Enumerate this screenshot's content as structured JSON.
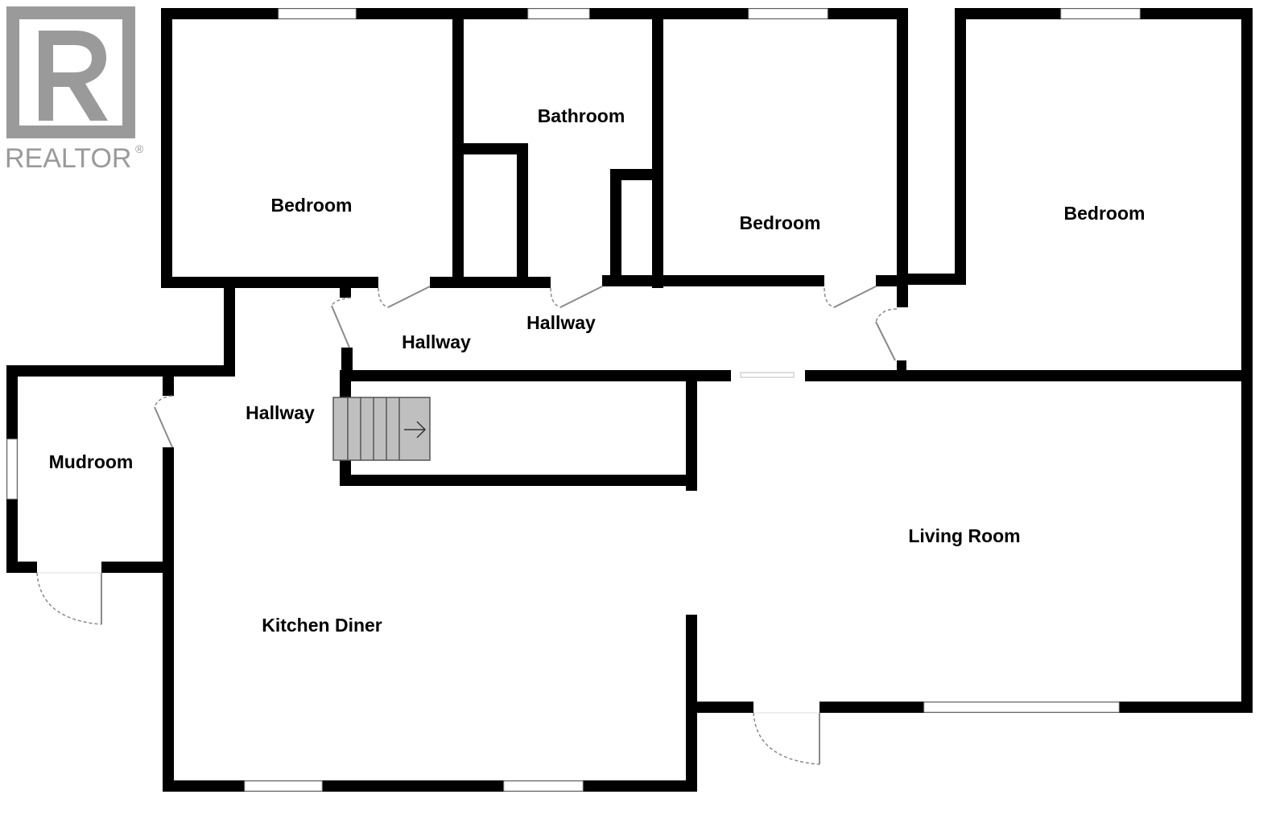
{
  "logo": {
    "text": "REALTOR",
    "mark": "®",
    "color": "#9a9a9a"
  },
  "rooms": {
    "bedroom_1": "Bedroom",
    "bathroom": "Bathroom",
    "bedroom_2": "Bedroom",
    "bedroom_3": "Bedroom",
    "hallway_1": "Hallway",
    "hallway_2": "Hallway",
    "hallway_3": "Hallway",
    "mudroom": "Mudroom",
    "living_room": "Living Room",
    "kitchen_diner": "Kitchen Diner"
  },
  "colors": {
    "wall": "#000000",
    "stairs": "#bfbfbf",
    "door": "#8a8a8a",
    "logo": "#9a9a9a"
  },
  "icons": {
    "logo": "realtor-logo-icon",
    "stairs_arrow": "arrow-right-icon"
  }
}
